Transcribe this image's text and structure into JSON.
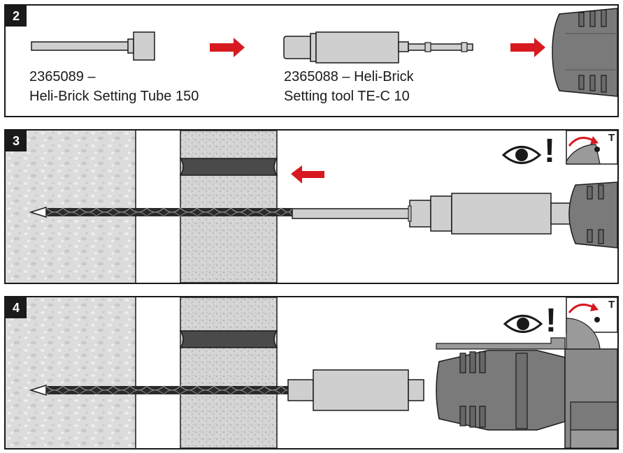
{
  "colors": {
    "arrow": "#d71920",
    "metal": "#c8c8c8",
    "chuck": "#7a7a7a",
    "outline": "#1a1a1a",
    "masonry": "#d9d9d9"
  },
  "steps": [
    {
      "number": "2",
      "items": [
        {
          "line1": "2365089 –",
          "line2": "Heli-Brick Setting Tube 150"
        },
        {
          "line1": "2365088 – Heli-Brick",
          "line2": "Setting tool TE-C 10"
        }
      ],
      "icons": [
        "right-arrow-icon",
        "right-arrow-icon",
        "hammer-chuck-icon"
      ]
    },
    {
      "number": "3",
      "icons": [
        "eye-icon",
        "exclamation-icon",
        "torque-dial-icon",
        "left-arrow-icon"
      ],
      "torque_symbol": "T",
      "exclamation": "!"
    },
    {
      "number": "4",
      "icons": [
        "eye-icon",
        "exclamation-icon",
        "torque-dial-icon"
      ],
      "torque_symbol": "T",
      "exclamation": "!"
    }
  ]
}
